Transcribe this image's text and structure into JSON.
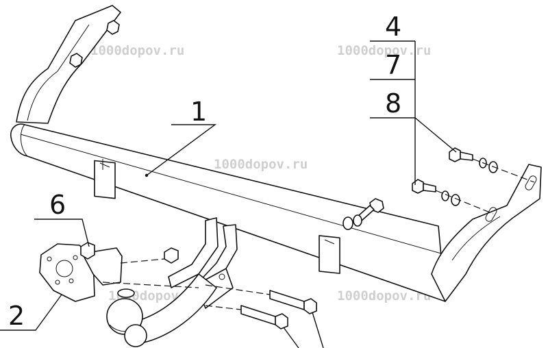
{
  "watermark": "1000dopov.ru",
  "callouts": {
    "c1": "1",
    "c2": "2",
    "c4": "4",
    "c6": "6",
    "c7": "7",
    "c8": "8"
  },
  "colors": {
    "line": "#111111",
    "watermark": "#cfcfcf",
    "background": "#ffffff"
  }
}
